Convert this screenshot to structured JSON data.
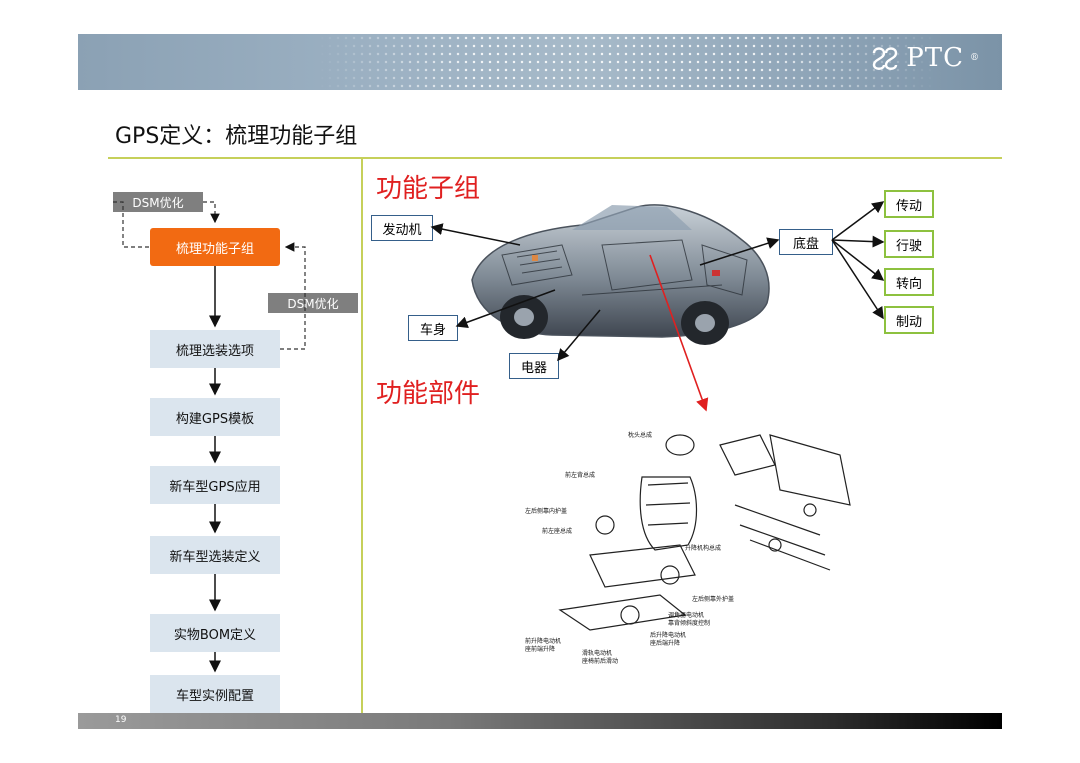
{
  "header": {
    "logo_text": "PTC",
    "logo_mark": "®"
  },
  "title": "GPS定义：梳理功能子组",
  "footer": {
    "page_number": "19"
  },
  "process": {
    "tag_top": "DSM优化",
    "tag_right": "DSM优化",
    "steps": [
      "梳理功能子组",
      "梳理选装选项",
      "构建GPS模板",
      "新车型GPS应用",
      "新车型选装定义",
      "实物BOM定义",
      "车型实例配置"
    ]
  },
  "diagram": {
    "heading_subgroup": "功能子组",
    "heading_parts": "功能部件",
    "labels": {
      "engine": "发动机",
      "body": "车身",
      "electrical": "电器",
      "chassis": "底盘"
    },
    "chassis_children": [
      "传动",
      "行驶",
      "转向",
      "制动"
    ]
  },
  "drawing_labels": [
    "枕头总成",
    "前左背总成",
    "左后侧靠内护盖",
    "前左座总成",
    "升降机构总成",
    "左后侧靠外护盖",
    "调角器电动机",
    "靠背倾斜度控制",
    "后升降电动机",
    "座后端升降",
    "前升降电动机",
    "座前端升降",
    "滑轨电动机",
    "座椅前后滑动"
  ],
  "colors": {
    "accent_orange": "#f26a12",
    "red": "#e02020",
    "green": "#8dc13f",
    "rule": "#c6d05a"
  },
  "icons": [
    "ptc-logo-icon",
    "car-cutaway-image",
    "seat-exploded-drawing"
  ]
}
